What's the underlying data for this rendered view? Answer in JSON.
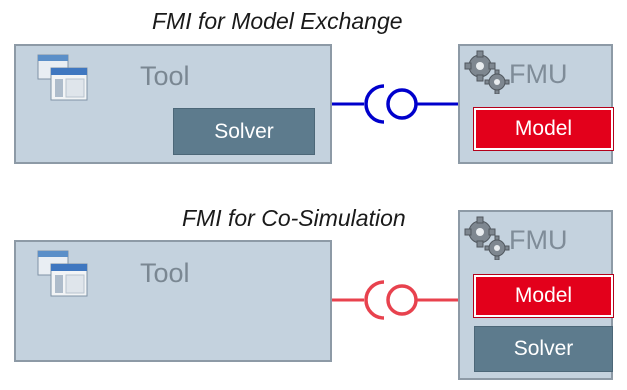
{
  "model_exchange": {
    "title": "FMI for Model Exchange",
    "tool_label": "Tool",
    "solver_label": "Solver",
    "fmu_label": "FMU",
    "model_label": "Model",
    "connector_color": "#0000cc"
  },
  "co_simulation": {
    "title": "FMI for Co-Simulation",
    "tool_label": "Tool",
    "fmu_label": "FMU",
    "model_label": "Model",
    "solver_label": "Solver",
    "connector_color": "#e8424e"
  },
  "icons": {
    "tool": "application-window-icon",
    "fmu": "gears-icon"
  }
}
